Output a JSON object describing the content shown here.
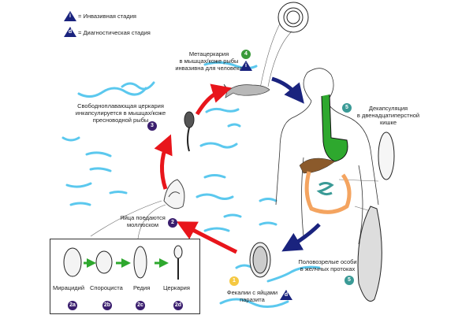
{
  "legend": {
    "infective_symbol": "i",
    "infective_label": "= Инвазивная стадия",
    "diagnostic_symbol": "d",
    "diagnostic_label": "= Диагностическая стадия"
  },
  "stages": {
    "s1": {
      "badge": "1",
      "label": "Фекалии с яйцами паразита",
      "line1": "Фекалии с яйцами",
      "line2": "паразита",
      "marker": "d"
    },
    "s2": {
      "badge": "2",
      "line1": "Яйца поедаются",
      "line2": "моллюском"
    },
    "s3": {
      "badge": "3",
      "line1": "Свободноплавающая церкария",
      "line2": "инкапсулируется в мышцах/коже",
      "line3": "пресноводной рыбы"
    },
    "s4": {
      "badge": "4",
      "line1": "Метацеркария",
      "line2": "в мышцах/коже рыбы",
      "line3": "инвазивна для человека",
      "marker": "i"
    },
    "s5a": {
      "badge": "5",
      "line1": "Декапсуляция",
      "line2": "в двенадцатиперстной",
      "line3": "кишке"
    },
    "s5b": {
      "badge": "5",
      "line1": "Половозрелые особи",
      "line2": "в желчных протоках"
    }
  },
  "snail_stages": [
    {
      "label": "Мирацидий",
      "badge": "2a"
    },
    {
      "label": "Спороциста",
      "badge": "2b"
    },
    {
      "label": "Редия",
      "badge": "2c"
    },
    {
      "label": "Церкария",
      "badge": "2d"
    }
  ],
  "colors": {
    "badge_purple": "#3a1e6e",
    "badge_green": "#3a9a3a",
    "badge_yellow": "#f5c842",
    "badge_teal": "#3a9a96",
    "marker_navy": "#1a237e",
    "water": "#5bc8ee",
    "arrow_red": "#e8151b",
    "arrow_blue": "#1a237e",
    "intestine": "#f4a460",
    "stomach": "#2ea82e"
  }
}
